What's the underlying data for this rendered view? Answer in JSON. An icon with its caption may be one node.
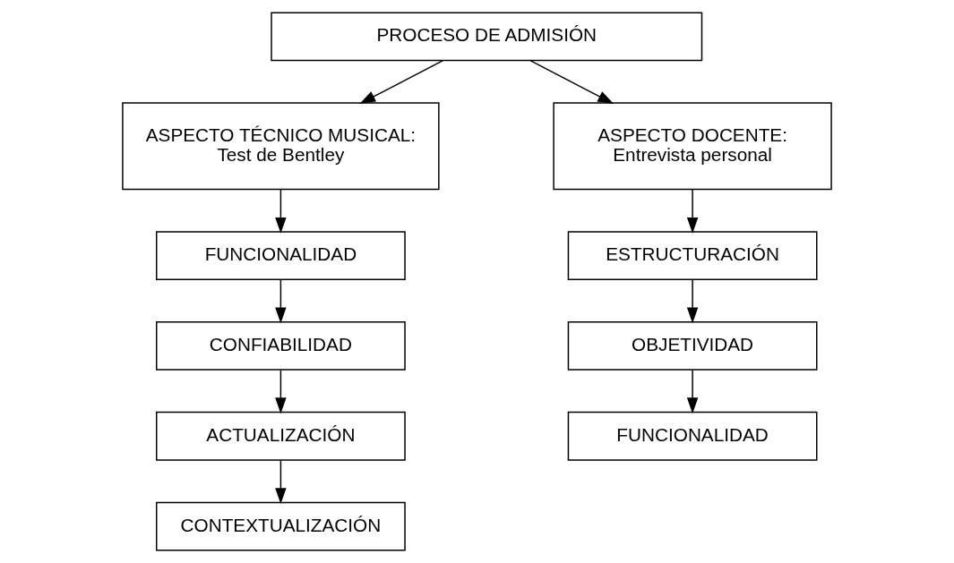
{
  "diagram": {
    "nodes": [
      {
        "text": [
          "PROCESO DE ADMISIÓN"
        ]
      },
      {
        "text": [
          "ASPECTO TÉCNICO MUSICAL:",
          "Test de Bentley"
        ]
      },
      {
        "text": [
          "FUNCIONALIDAD"
        ]
      },
      {
        "text": [
          "CONFIABILIDAD"
        ]
      },
      {
        "text": [
          "ACTUALIZACIÓN"
        ]
      },
      {
        "text": [
          "CONTEXTUALIZACIÓN"
        ]
      },
      {
        "text": [
          "ASPECTO DOCENTE:",
          "Entrevista personal"
        ]
      },
      {
        "text": [
          "ESTRUCTURACIÓN"
        ]
      },
      {
        "text": [
          "OBJETIVIDAD"
        ]
      },
      {
        "text": [
          "FUNCIONALIDAD"
        ]
      }
    ],
    "edges": [
      {
        "from": 0,
        "to": 1,
        "arrow": "to"
      },
      {
        "from": 0,
        "to": 6,
        "arrow": "to"
      },
      {
        "from": 1,
        "to": 2,
        "arrow": "to"
      },
      {
        "from": 2,
        "to": 3,
        "arrow": "to"
      },
      {
        "from": 3,
        "to": 4,
        "arrow": "to"
      },
      {
        "from": 4,
        "to": 5,
        "arrow": "to"
      },
      {
        "from": 6,
        "to": 7,
        "arrow": "to"
      },
      {
        "from": 7,
        "to": 8,
        "arrow": "to"
      },
      {
        "from": 8,
        "to": 9,
        "arrow": "to"
      }
    ]
  }
}
